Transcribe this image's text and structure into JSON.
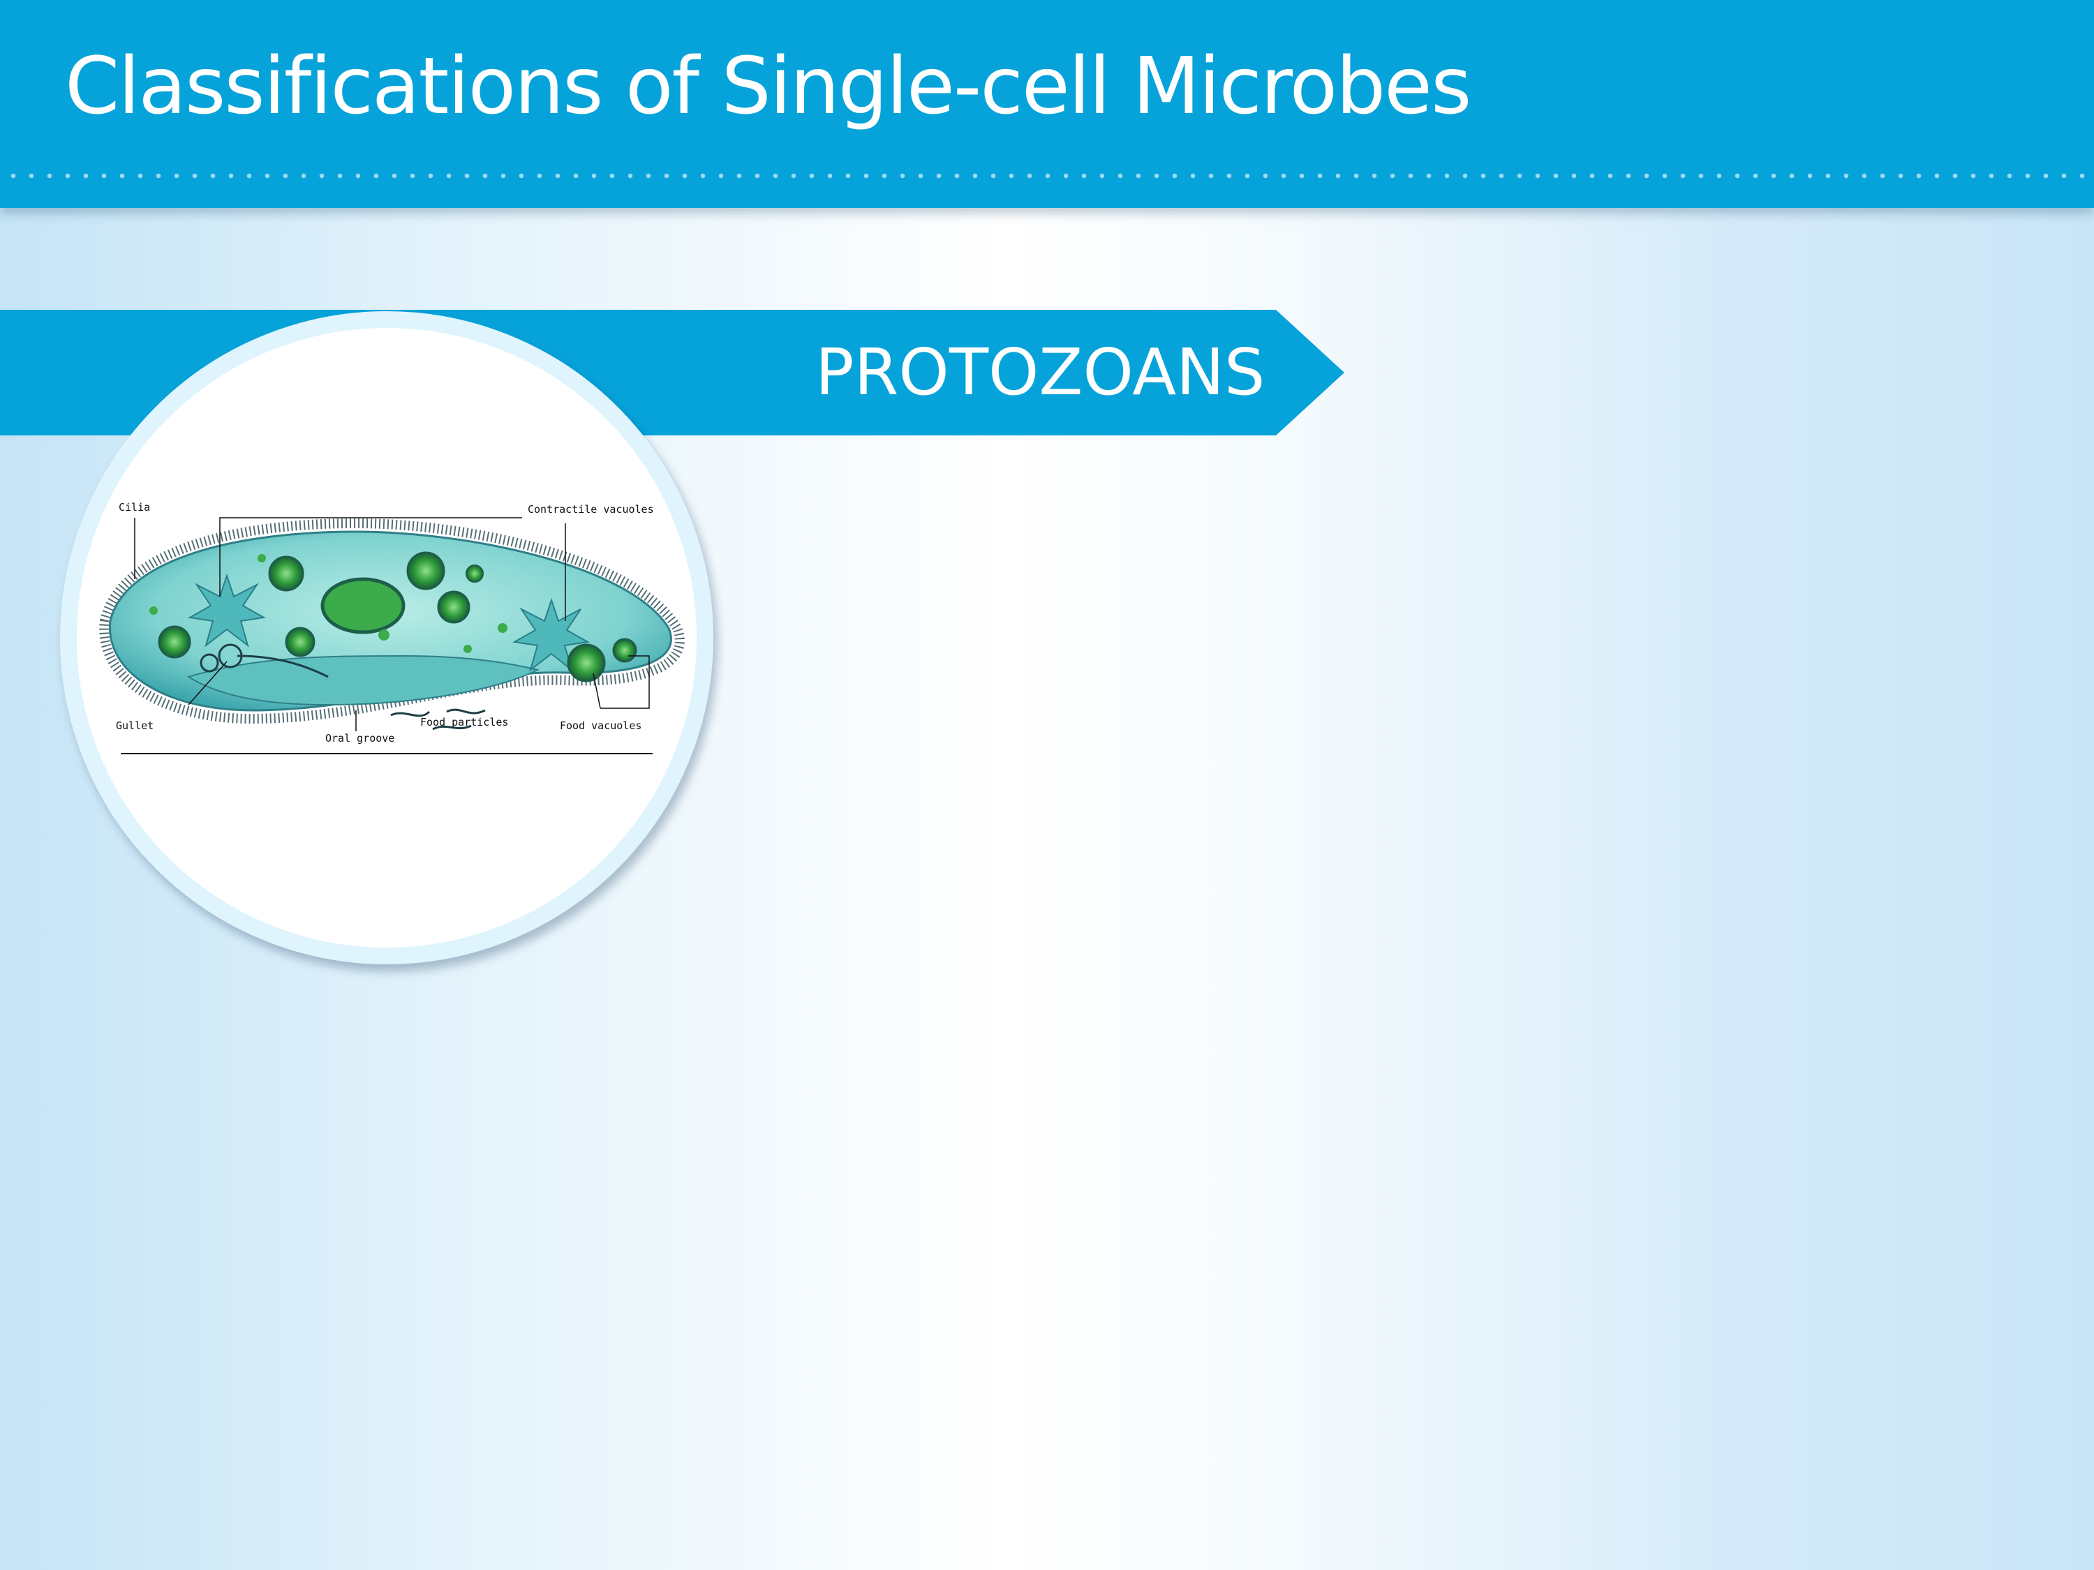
{
  "slide": {
    "title": "Classifications of Single-cell Microbes",
    "section_label": "PROTOZOANS"
  },
  "colors": {
    "accent": "#06a3da",
    "circle_ring": "#dff4fc",
    "cell_fill": "#7fd3d0",
    "vacuole_green": "#2e9a3a"
  },
  "diagram": {
    "labels": {
      "cilia": "Cilia",
      "contractile_vacuoles": "Contractile vacuoles",
      "gullet": "Gullet",
      "oral_groove": "Oral groove",
      "food_particles": "Food particles",
      "food_vacuoles": "Food vacuoles"
    }
  }
}
